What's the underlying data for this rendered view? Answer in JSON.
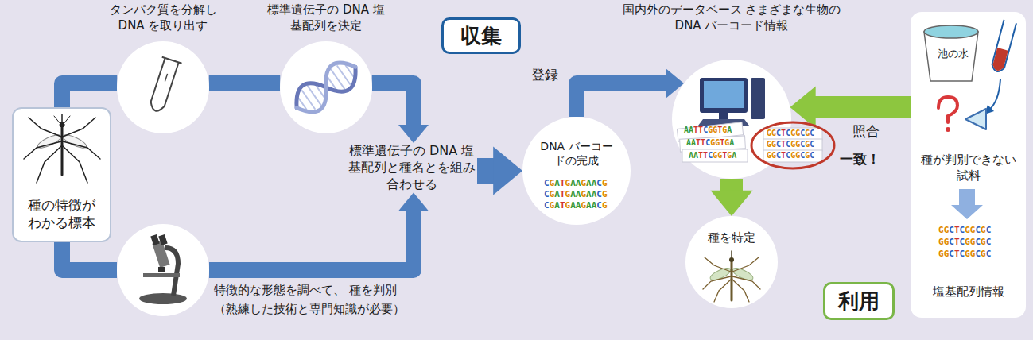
{
  "diagram": {
    "nodes": [
      {
        "text": [
          "種の特徴がわかる標本"
        ]
      },
      {
        "text": [
          "タンパク質を分解し DNA を取り出す"
        ]
      },
      {
        "text": [
          "標準遺伝子の DNA 塩基配列を決定"
        ]
      },
      {
        "text": [
          "特徴的な形態を調べて、 種を判別",
          "（熟練した技術と専門知識が必要）"
        ]
      },
      {
        "text": [
          "標準遺伝子の DNA 塩基配列と種名とを組み合わせる"
        ]
      },
      {
        "text": [
          "収集"
        ]
      },
      {
        "text": [
          "DNA バーコードの完成"
        ]
      },
      {
        "text": [
          "国内外のデータベース さまざまな生物の DNA バーコード情報"
        ]
      },
      {
        "text": [
          "種を特定"
        ]
      },
      {
        "text": [
          "利用"
        ]
      },
      {
        "text": [
          "種が判別できない試料",
          "塩基配列情報"
        ]
      }
    ],
    "edges": [
      {
        "from": 0,
        "to": 1,
        "arrow": "none"
      },
      {
        "from": 1,
        "to": 2,
        "arrow": "none"
      },
      {
        "from": 2,
        "to": 4,
        "arrow": "to"
      },
      {
        "from": 0,
        "to": 3,
        "arrow": "none"
      },
      {
        "from": 3,
        "to": 4,
        "arrow": "to"
      },
      {
        "from": 4,
        "to": 6,
        "arrow": "to"
      },
      {
        "from": 6,
        "to": 7,
        "label": "登録",
        "arrow": "to"
      },
      {
        "from": 10,
        "to": 7,
        "label": "照合",
        "arrow": "to"
      },
      {
        "from": 7,
        "to": 8,
        "arrow": "to"
      }
    ],
    "labels": [
      "池の水",
      "一致！",
      "CGATGAAGAACG",
      "CGATGAAGAACG",
      "CGATGAAGAACG",
      "AATTCGGTGA",
      "AATTCGGTGA",
      "AATTCGGTGA",
      "GGCTCGGCGC",
      "GGCTCGGCGC",
      "GGCTCGGCGC",
      "GGCTCGGCGC",
      "GGCTCGGCGC",
      "GGCTCGGCGC"
    ]
  }
}
